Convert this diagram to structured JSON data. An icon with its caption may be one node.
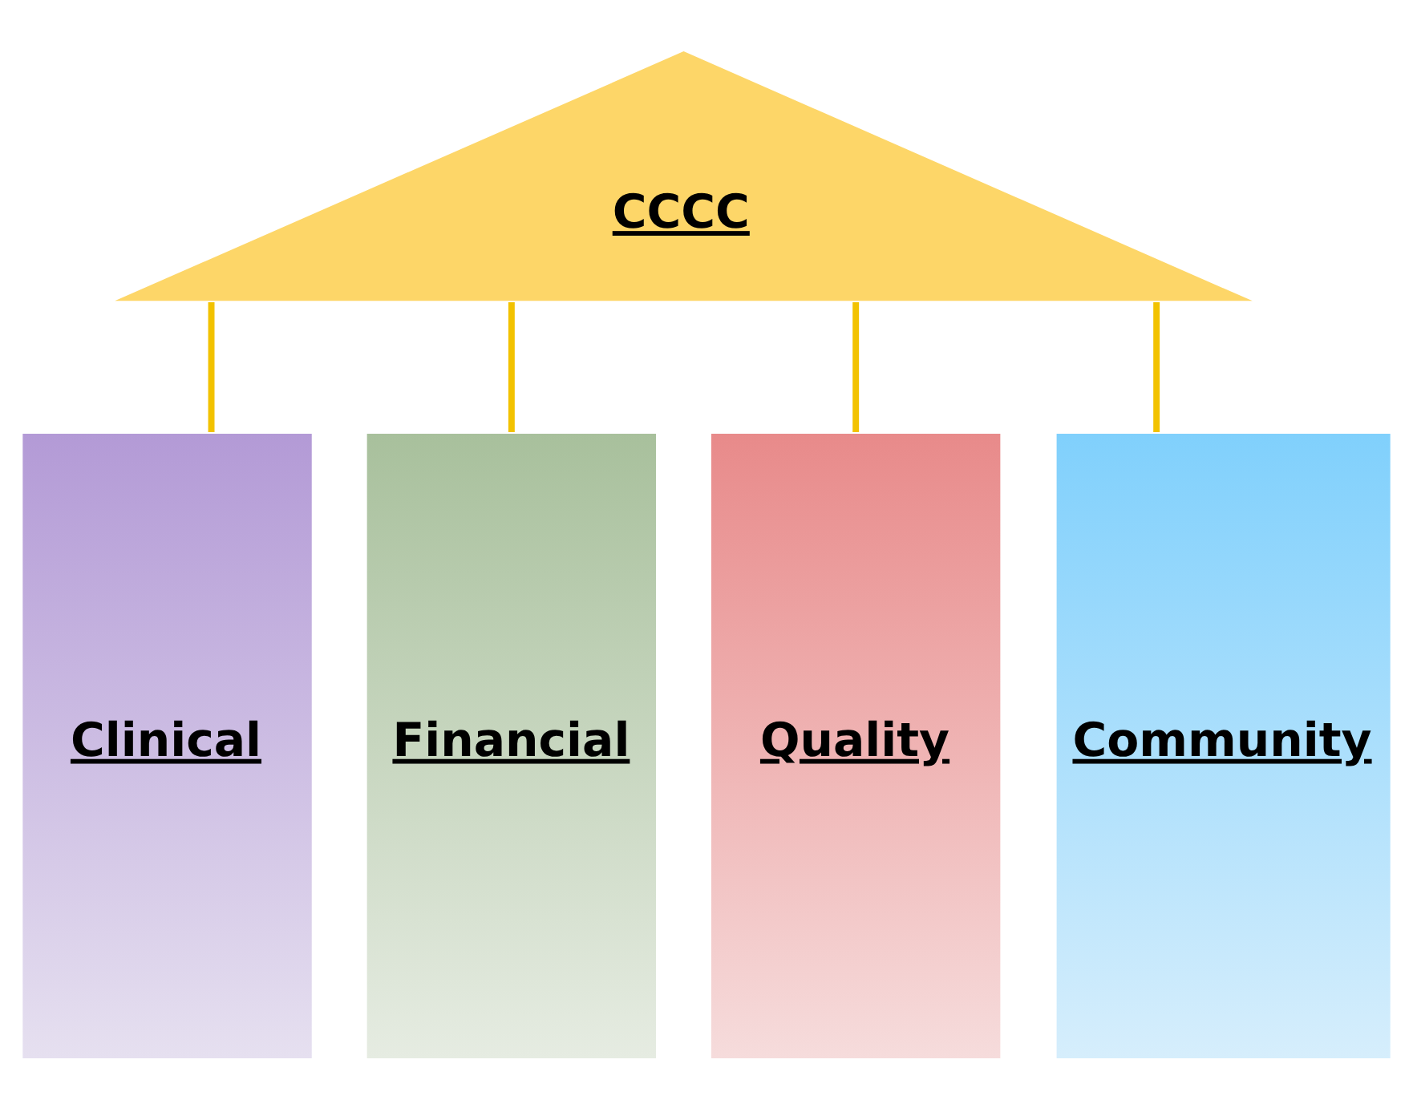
{
  "diagram": {
    "nodes": [
      {
        "text": [
          "CCCC"
        ]
      },
      {
        "text": [
          "Clinical"
        ]
      },
      {
        "text": [
          "Financial"
        ]
      },
      {
        "text": [
          "Quality"
        ]
      },
      {
        "text": [
          "Community"
        ]
      }
    ],
    "edges": [
      {
        "from": 0,
        "to": 1,
        "arrow": "none"
      },
      {
        "from": 0,
        "to": 2,
        "arrow": "none"
      },
      {
        "from": 0,
        "to": 3,
        "arrow": "none"
      },
      {
        "from": 0,
        "to": 4,
        "arrow": "none"
      }
    ]
  }
}
